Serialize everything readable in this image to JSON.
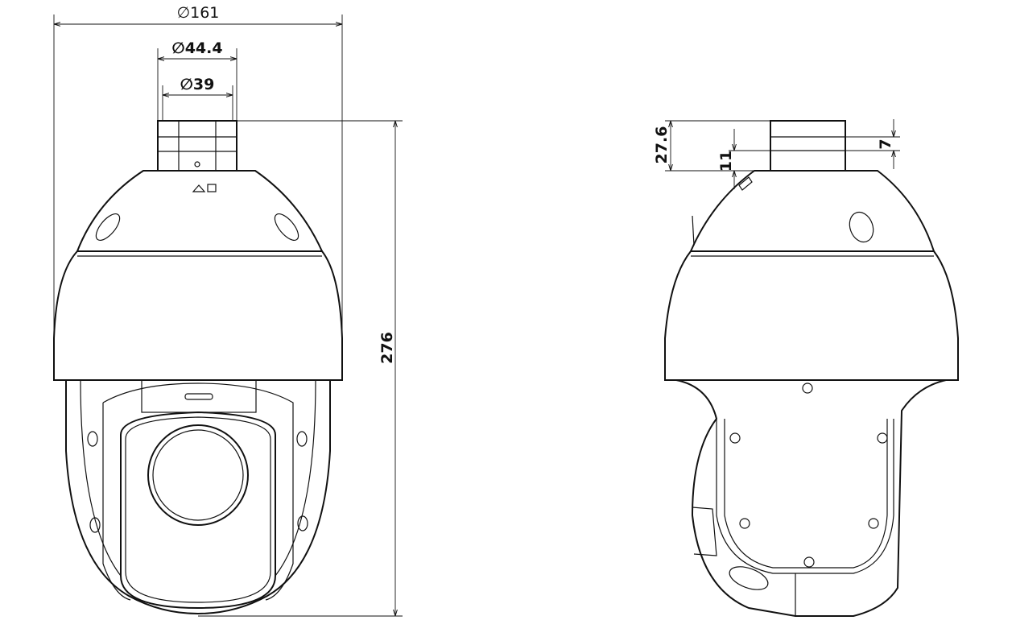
{
  "front_view": {
    "dim_outer_diameter": "∅161",
    "dim_mount_outer_diameter": "∅44.4",
    "dim_mount_inner_diameter": "∅39",
    "dim_height": "276"
  },
  "side_view": {
    "dim_mount_height": "27.6",
    "dim_mount_lower": "11",
    "dim_mount_ring": "7"
  }
}
